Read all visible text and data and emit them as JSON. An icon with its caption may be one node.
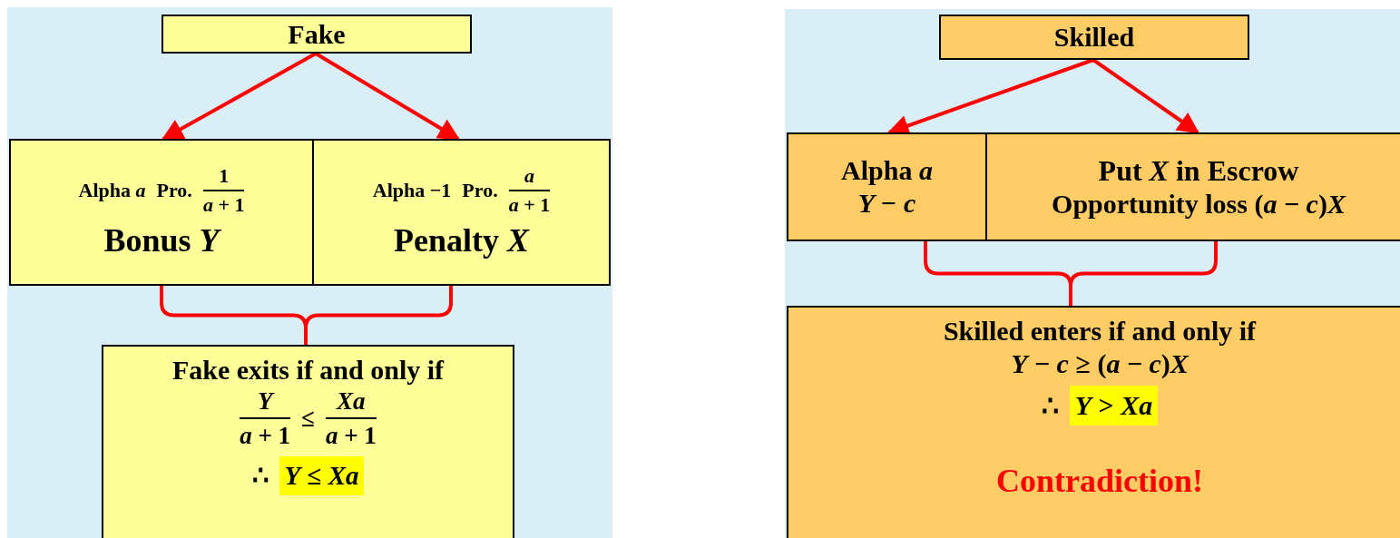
{
  "diagram": {
    "nodes": [
      {
        "text": [
          "Fake"
        ]
      },
      {
        "text": [
          "Alpha *a*",
          "Pro.",
          "1",
          "*a* + 1",
          "Bonus *Y*"
        ]
      },
      {
        "text": [
          "Alpha −1",
          "Pro.",
          "a",
          "*a* + 1",
          "Penalty *X*"
        ]
      },
      {
        "text": [
          "Fake exits if and only if",
          "Y",
          "*a* + 1",
          "≤",
          "Xa",
          "*a* + 1",
          "∴",
          "*Y* ≤ *Xa*"
        ]
      },
      {
        "text": [
          "Skilled"
        ]
      },
      {
        "text": [
          "Alpha *a*",
          "Y − c"
        ]
      },
      {
        "text": [
          "Put *X* in Escrow",
          "Opportunity loss (*a* − *c*)*X*"
        ]
      },
      {
        "text": [
          "Skilled enters if and only if",
          "*Y* − *c* ≥ (*a* − *c*)*X*",
          "∴",
          "*Y* > *Xa*",
          "Contradiction!"
        ]
      }
    ],
    "edges": [
      {
        "from": 0,
        "to": 1,
        "arrow": "to"
      },
      {
        "from": 0,
        "to": 2,
        "arrow": "to"
      },
      {
        "from": 1,
        "to": 3,
        "arrow": "none"
      },
      {
        "from": 2,
        "to": 3,
        "arrow": "none"
      },
      {
        "from": 4,
        "to": 5,
        "arrow": "to"
      },
      {
        "from": 4,
        "to": 6,
        "arrow": "to"
      },
      {
        "from": 5,
        "to": 7,
        "arrow": "none"
      },
      {
        "from": 6,
        "to": 7,
        "arrow": "none"
      }
    ]
  }
}
